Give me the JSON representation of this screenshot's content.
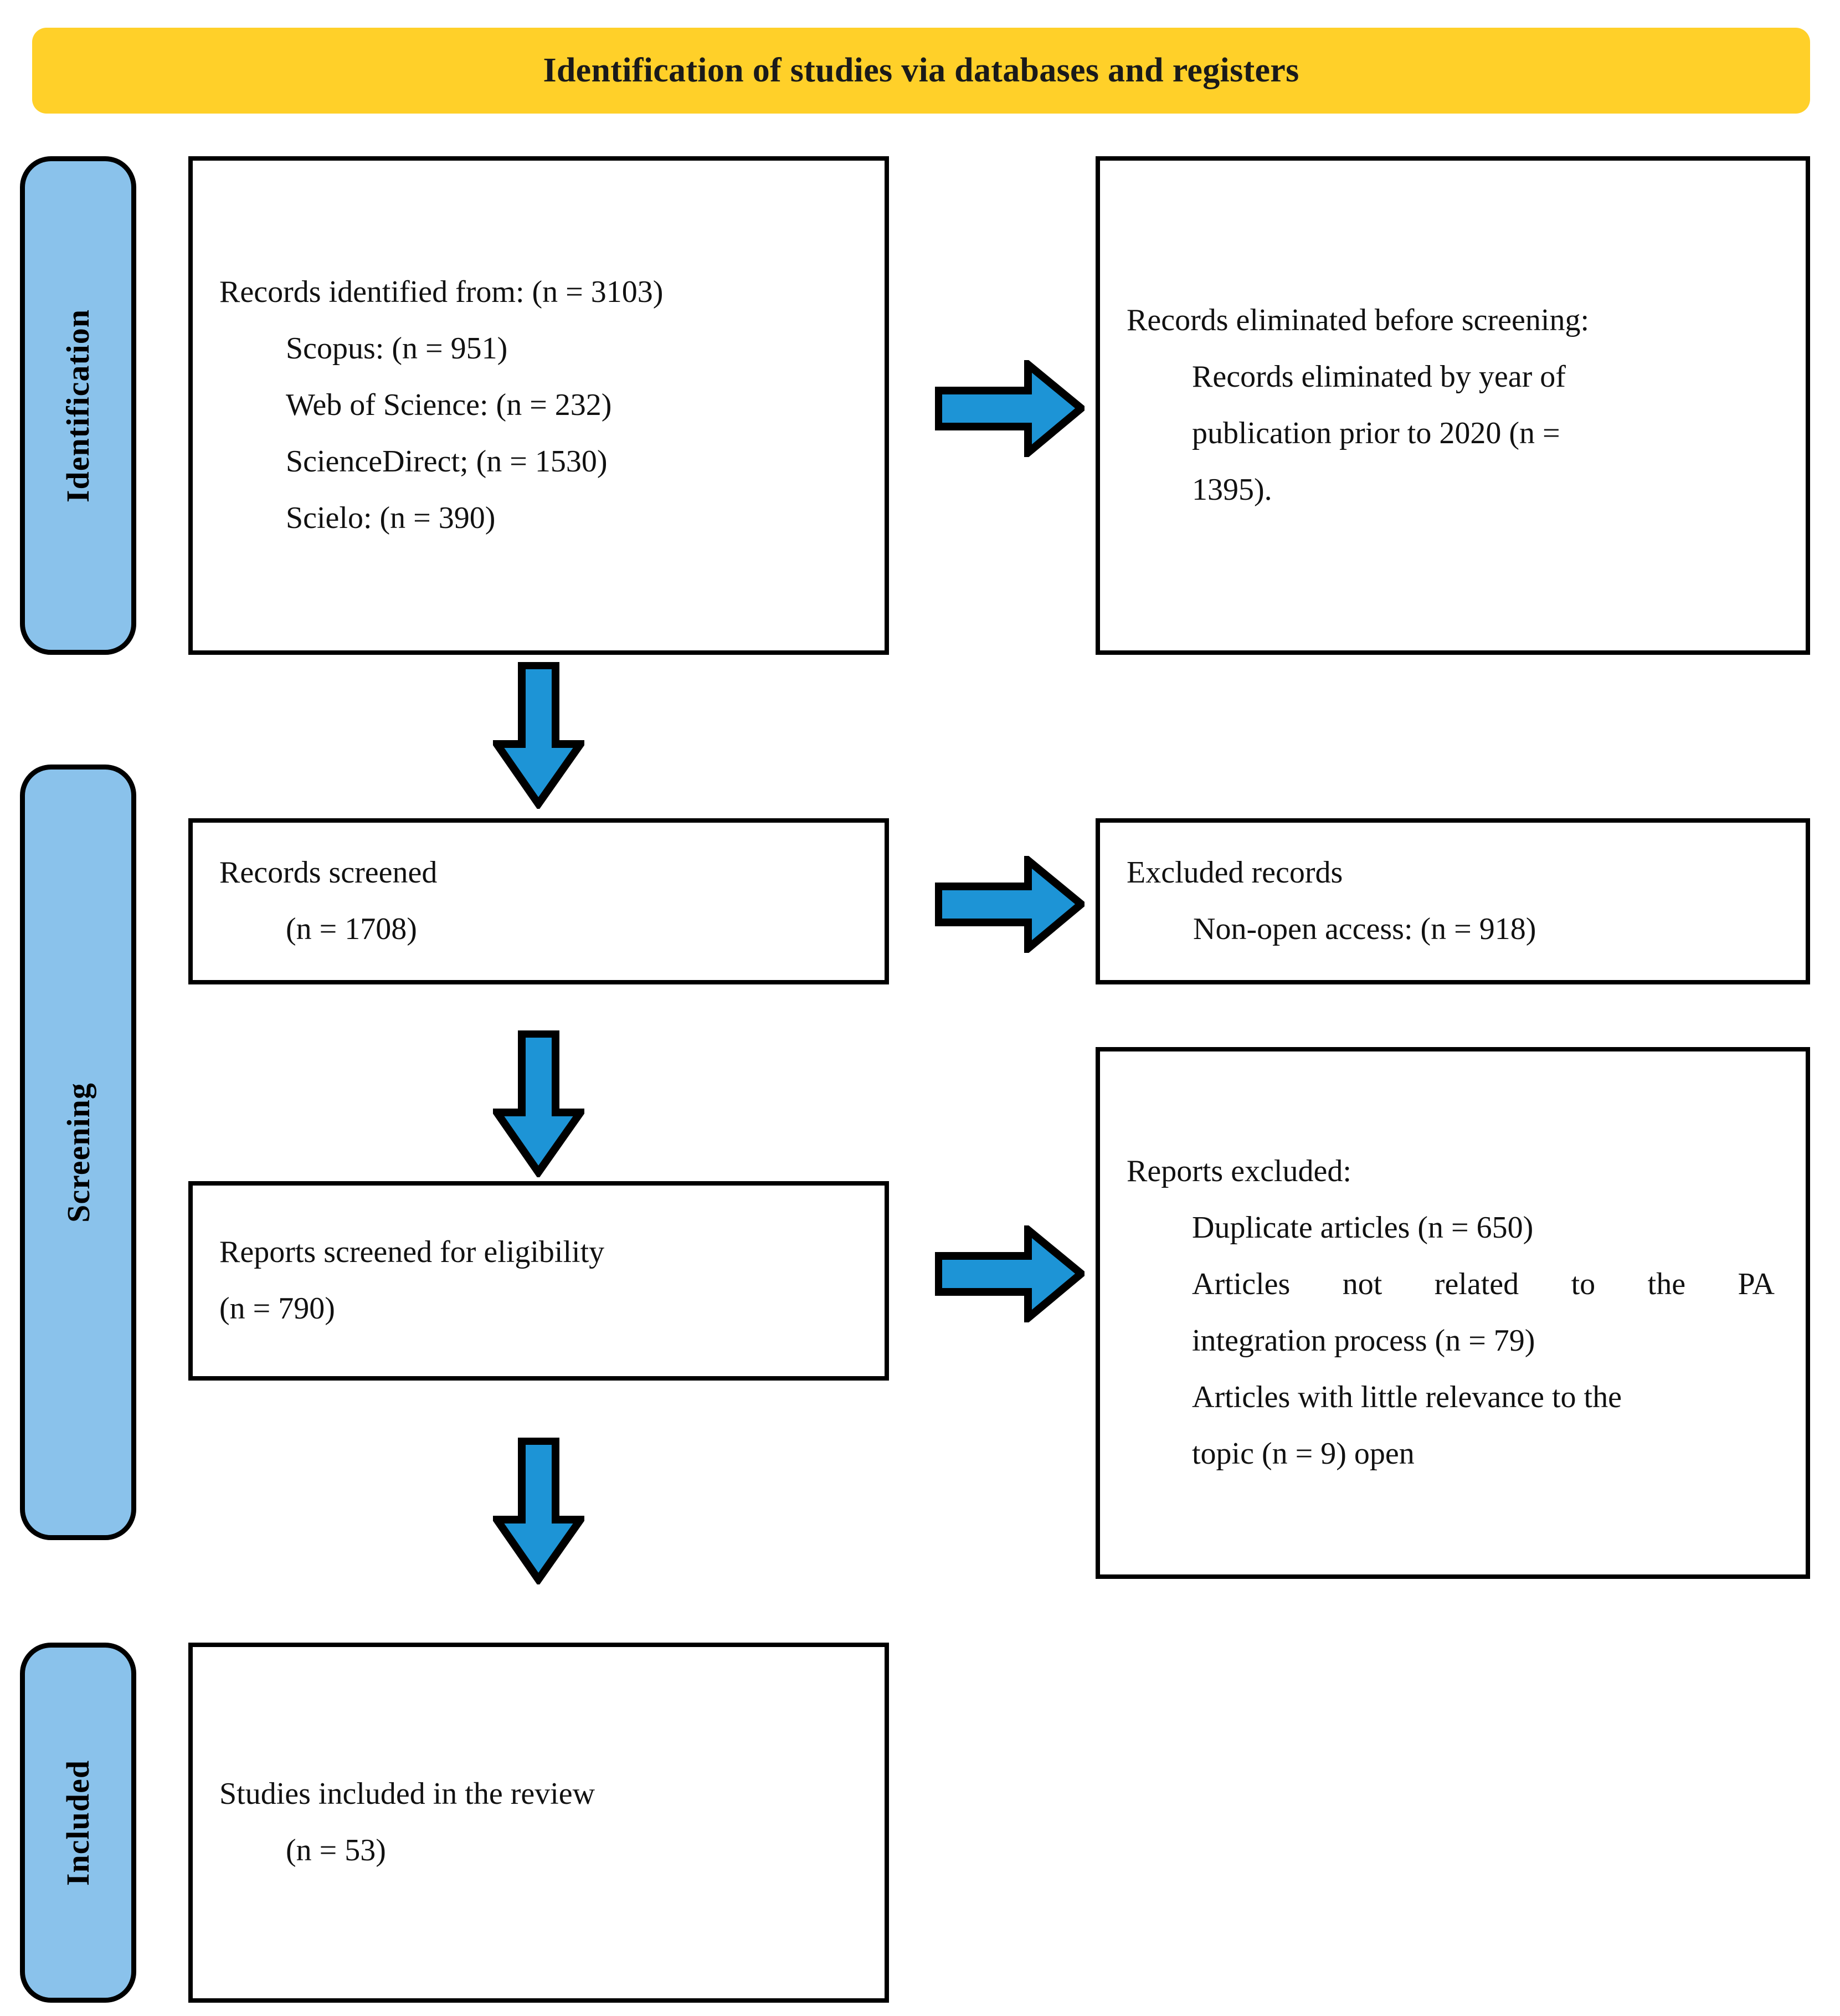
{
  "banner": {
    "title": "Identification of studies via databases and registers",
    "color": "#FFD029"
  },
  "colors": {
    "stage_fill": "#8AC2EB",
    "arrow_fill": "#1D94D6",
    "outline": "#000000",
    "box_fill": "#FFFFFF"
  },
  "stages": [
    {
      "label": "Identification"
    },
    {
      "label": "Screening"
    },
    {
      "label": "Included"
    }
  ],
  "nodes": {
    "identified": {
      "lines": [
        "Records identified from: (n = 3103)",
        "Scopus: (n = 951)",
        "Web of Science: (n = 232)",
        "ScienceDirect; (n = 1530)",
        "Scielo: (n = 390)"
      ]
    },
    "eliminated_before_screening": {
      "lines": [
        "Records eliminated before screening:",
        "Records eliminated by year of",
        "publication prior to 2020 (n =",
        "1395)."
      ]
    },
    "records_screened": {
      "lines": [
        "Records screened",
        "(n = 1708)"
      ]
    },
    "excluded_records": {
      "lines": [
        "Excluded records",
        "Non-open access: (n = 918)"
      ]
    },
    "reports_screened": {
      "lines": [
        "Reports screened for eligibility",
        "(n = 790)"
      ]
    },
    "reports_excluded": {
      "lines": [
        "Reports excluded:",
        "Duplicate articles (n = 650)",
        "Articles not related to the PA",
        "integration process (n = 79)",
        "Articles with little relevance to the",
        "topic (n = 9) open"
      ]
    },
    "studies_included": {
      "lines": [
        "Studies included in the review",
        "(n = 53)"
      ]
    }
  },
  "arrows": [
    {
      "name": "identification-to-elimination",
      "direction": "right"
    },
    {
      "name": "identification-to-screening",
      "direction": "down"
    },
    {
      "name": "screened-to-excluded",
      "direction": "right"
    },
    {
      "name": "screened-to-eligibility",
      "direction": "down"
    },
    {
      "name": "eligibility-to-reports-excluded",
      "direction": "right"
    },
    {
      "name": "eligibility-to-included",
      "direction": "down"
    }
  ]
}
